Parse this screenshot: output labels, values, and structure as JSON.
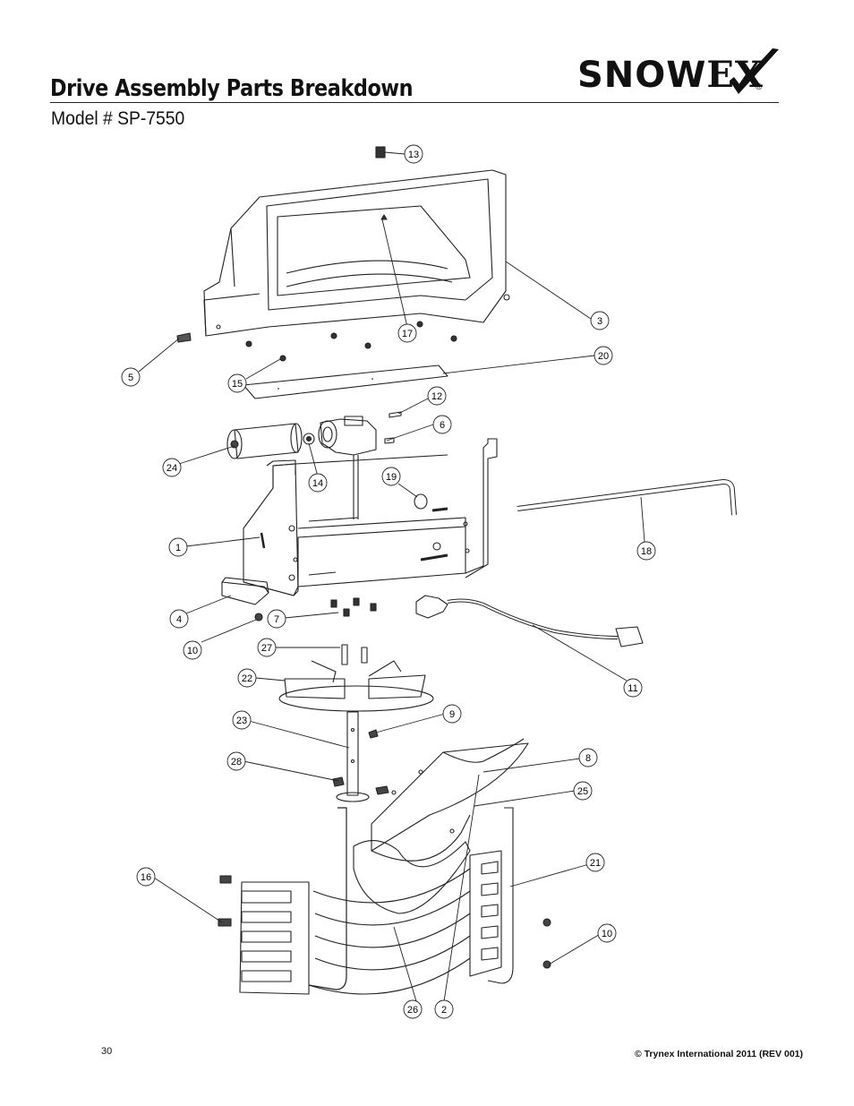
{
  "header": {
    "title": "Drive Assembly Parts Breakdown",
    "model": "Model # SP-7550",
    "logo": {
      "text_main": "SNOW",
      "text_ex": "EX",
      "registered": "®"
    }
  },
  "callouts": [
    "13",
    "3",
    "17",
    "20",
    "5",
    "15",
    "12",
    "6",
    "24",
    "14",
    "19",
    "1",
    "18",
    "4",
    "7",
    "10",
    "27",
    "22",
    "11",
    "9",
    "23",
    "8",
    "28",
    "25",
    "21",
    "16",
    "10",
    "26",
    "2"
  ],
  "footer": {
    "page_number": "30",
    "copyright": "© Trynex International 2011  (REV 001)"
  }
}
